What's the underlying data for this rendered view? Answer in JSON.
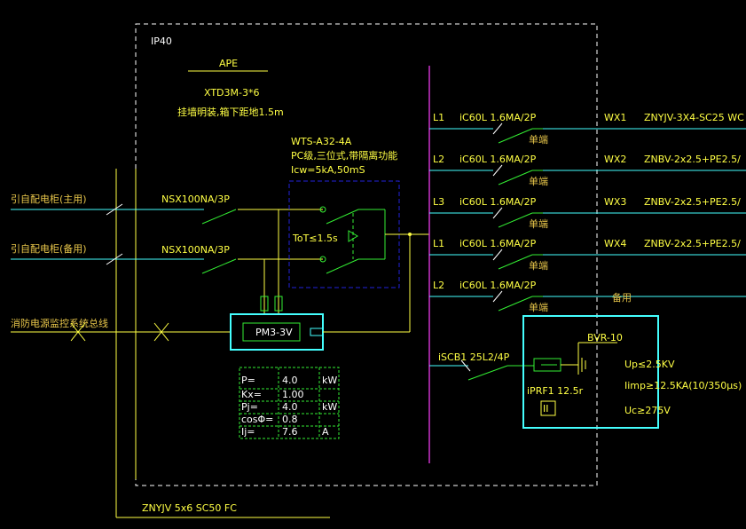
{
  "panel": {
    "ip_rating": "IP40",
    "name": "APE",
    "model": "XTD3M-3*6",
    "mounting": "挂墙明装,箱下距地1.5m"
  },
  "inputs": [
    {
      "label": "引自配电柜(主用)",
      "breaker": "NSX100NA/3P"
    },
    {
      "label": "引自配电柜(备用)",
      "breaker": "NSX100NA/3P"
    }
  ],
  "fire_signal": {
    "label": "消防电源监控系统总线"
  },
  "ats": {
    "model": "WTS-A32-4A",
    "desc": "PC级,三位式,带隔离功能",
    "icw": "Icw=5kA,50mS",
    "time": "ToT≤1.5s"
  },
  "monitor": {
    "model": "PM3-3V"
  },
  "load_table": {
    "rows": [
      {
        "name": "P=",
        "value": "4.0",
        "unit": "kW"
      },
      {
        "name": "Kx=",
        "value": "1.00",
        "unit": ""
      },
      {
        "name": "Pj=",
        "value": "4.0",
        "unit": "kW"
      },
      {
        "name": "cosΦ=",
        "value": "0.8",
        "unit": ""
      },
      {
        "name": "Ij=",
        "value": "7.6",
        "unit": "A"
      }
    ]
  },
  "circuits": [
    {
      "phase": "L1",
      "breaker": "iC60L 1.6MA/2P",
      "note": "单端",
      "id": "WX1",
      "cable": "ZNYJV-3X4-SC25 WC"
    },
    {
      "phase": "L2",
      "breaker": "iC60L 1.6MA/2P",
      "note": "单端",
      "id": "WX2",
      "cable": "ZNBV-2x2.5+PE2.5/"
    },
    {
      "phase": "L3",
      "breaker": "iC60L 1.6MA/2P",
      "note": "单端",
      "id": "WX3",
      "cable": "ZNBV-2x2.5+PE2.5/"
    },
    {
      "phase": "L1",
      "breaker": "iC60L 1.6MA/2P",
      "note": "单端",
      "id": "WX4",
      "cable": "ZNBV-2x2.5+PE2.5/"
    },
    {
      "phase": "L2",
      "breaker": "iC60L 1.6MA/2P",
      "note": "单端",
      "id": "",
      "cable": ""
    }
  ],
  "spare_label": "备用",
  "spd": {
    "breaker": "iSCB1 25L2/4P",
    "model": "BVR-10",
    "prf": "iPRF1 12.5r",
    "ii": "II",
    "up": "Up≤2.5KV",
    "iimp": "Iimp≥12.5KA(10/350μs)",
    "uc": "Uc≥275V"
  },
  "incoming_cable": "ZNYJV 5x6 SC50 FC",
  "colors": {
    "background": "#000000",
    "frame": "#ffffff",
    "wire": "#ffff44",
    "switch": "#33ee33",
    "busbar": "#cc33cc",
    "feeder": "#44ffff",
    "ats_box": "#2222dd",
    "label": "#e8c64a"
  }
}
